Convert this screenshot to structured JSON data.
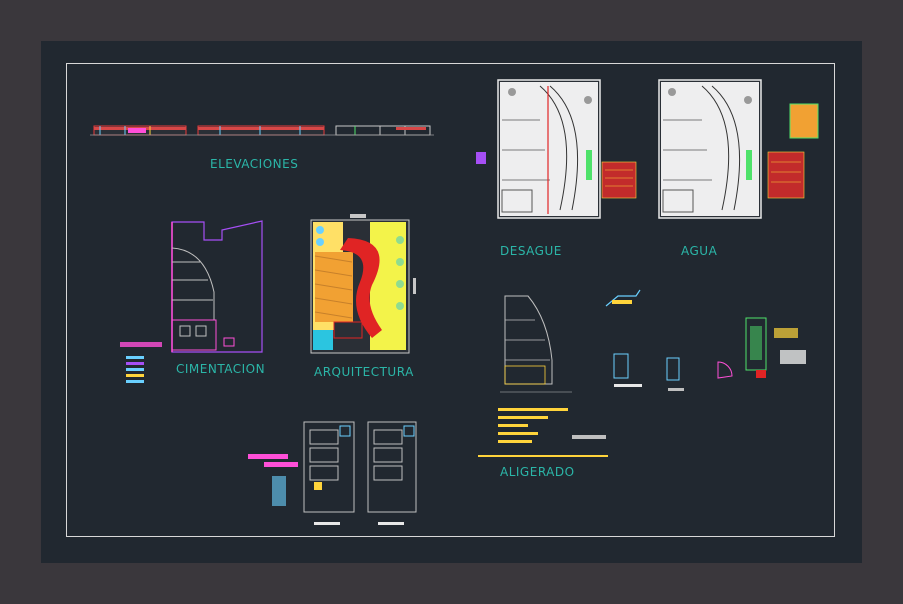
{
  "viewer": {
    "background": "#3a373c",
    "canvas_color": "#212830",
    "border_color": "#d8d8d8",
    "label_color": "#2bb6a8"
  },
  "labels": {
    "elevaciones": "ELEVACIONES",
    "cimentacion": "CIMENTACION",
    "arquitectura": "ARQUITECTURA",
    "desague": "DESAGUE",
    "agua": "AGUA",
    "aligerado": "ALIGERADO"
  }
}
